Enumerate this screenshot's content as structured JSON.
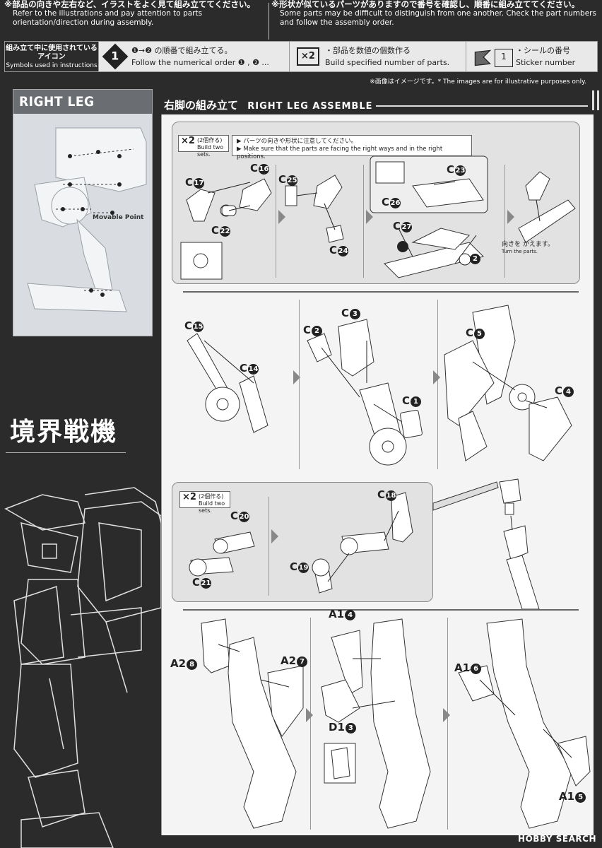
{
  "header": {
    "left_jp": "※部品の向きや左右など、イラストをよく見て組み立ててください。",
    "left_en": "Refer to the illustrations and pay attention to parts orientation/direction during assembly.",
    "right_jp": "※形状が似ているパーツがありますので番号を確認し、順番に組み立ててください。",
    "right_en": "Some parts may be difficult to distinguish from one another. Check the part numbers and follow the assembly order."
  },
  "legend": {
    "lead_jp": "組み立て中に使用されているアイコン",
    "lead_en": "Symbols used in instructions",
    "order_badge": "1",
    "order_jp": "の順番で組み立てる。",
    "order_seq": "❶→❷",
    "order_en": "Follow the numerical order ❶ , ❷ ...",
    "x2_badge": "×2",
    "x2_jp": "・部品を数値の個数作る",
    "x2_en": "Build specified number of parts.",
    "sticker_num": "1",
    "sticker_jp": "・シールの番号",
    "sticker_en": "Sticker number"
  },
  "note": "※画像はイメージです。* The images are for illustrative purposes only.",
  "panel": {
    "title": "RIGHT LEG",
    "movable": "Movable Point"
  },
  "logo": "境界戦機",
  "section": {
    "title_jp": "右脚の組み立て",
    "title_en": "RIGHT LEG ASSEMBLE"
  },
  "step1": {
    "x2_badge": "×2",
    "x2_jp": "(2個作る)",
    "x2_en": "Build two sets.",
    "warn_jp": "パーツの向きや形状に注意してください。",
    "warn_en": "Make sure that the parts are facing the right ways and in the right positions.",
    "turn_jp": "向きを かえます。",
    "turn_en": "Turn the parts."
  },
  "step3": {
    "x2_badge": "×2",
    "x2_jp": "(2個作る)",
    "x2_en": "Build two sets."
  },
  "labels": {
    "C17": "C",
    "C16": "C",
    "C22": "C",
    "C25": "C",
    "C24": "C",
    "C23": "C",
    "C26": "C",
    "C27": "C",
    "C15": "C",
    "C14": "C",
    "C2": "C",
    "C3": "C",
    "C1": "C",
    "C5": "C",
    "C4": "C",
    "C20": "C",
    "C21": "C",
    "C18": "C",
    "C19": "C",
    "A28": "A2",
    "A27": "A2",
    "A14": "A1",
    "D13": "D1",
    "A16": "A1",
    "A15": "A1"
  },
  "nums": {
    "n17": "17",
    "n16": "16",
    "n22": "22",
    "n25": "25",
    "n24": "24",
    "n23": "23",
    "n26": "26",
    "n27": "27",
    "n15": "15",
    "n14": "14",
    "n2": "2",
    "n3": "3",
    "n1": "1",
    "n5": "5",
    "n4": "4",
    "n20": "20",
    "n21": "21",
    "n18": "18",
    "n19": "19",
    "n8": "8",
    "n7": "7",
    "n4b": "4",
    "n3b": "3",
    "n6": "6",
    "n5b": "5",
    "arrow1": "1",
    "arrow2": "2"
  },
  "watermark": "HOBBY SEARCH"
}
